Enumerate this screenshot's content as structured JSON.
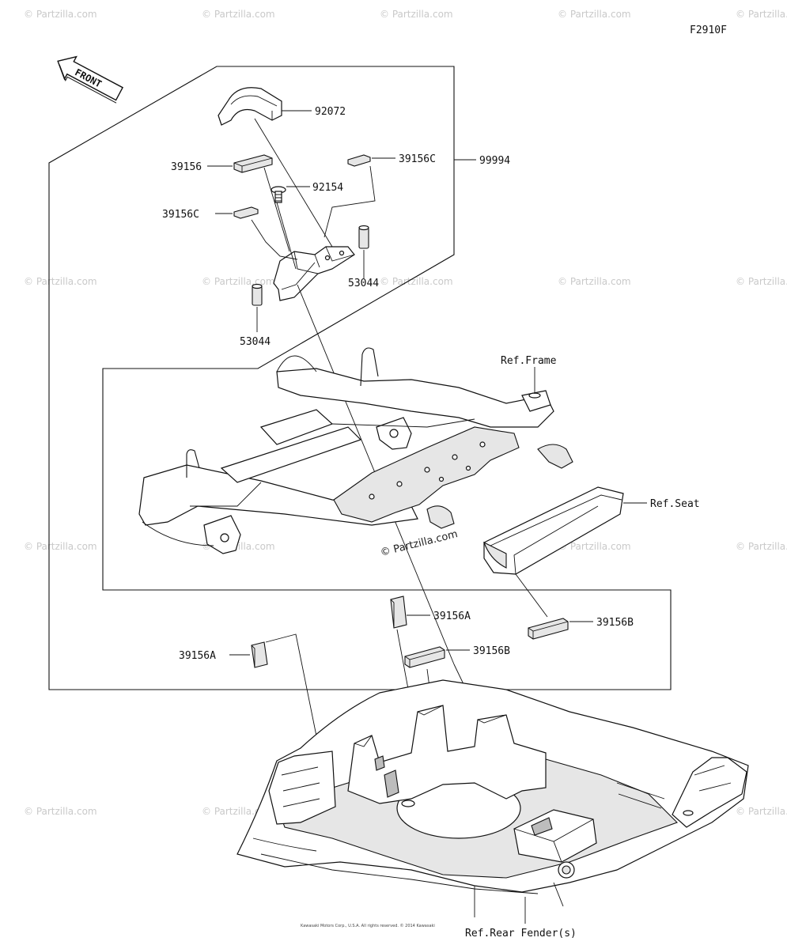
{
  "diagram_code": "F2910F",
  "front_label": "FRONT",
  "watermark": "© Partzilla.com",
  "center_watermark": "© Partzilla.com",
  "legal_text": "Kawasaki Motors Corp., U.S.A. All rights reserved. © 2014 Kawasaki",
  "callouts": {
    "p92072": "92072",
    "p39156_top": "39156",
    "p39156C_right": "39156C",
    "p99994": "99994",
    "p92154": "92154",
    "p39156C_left": "39156C",
    "p53044_right": "53044",
    "p53044_left": "53044",
    "ref_frame": "Ref.Frame",
    "ref_seat": "Ref.Seat",
    "p39156A_center": "39156A",
    "p39156B_right": "39156B",
    "p39156A_left": "39156A",
    "p39156B_center": "39156B",
    "ref_rear_fender": "Ref.Rear Fender(s)"
  }
}
